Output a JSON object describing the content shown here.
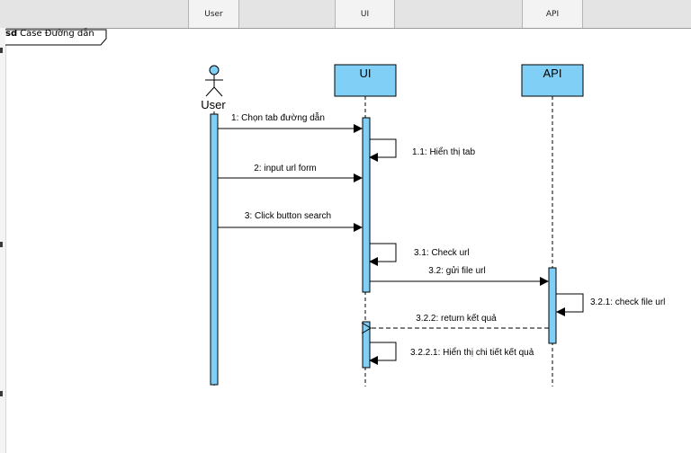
{
  "header_tabs": [
    {
      "label": "User"
    },
    {
      "label": "UI"
    },
    {
      "label": "API"
    }
  ],
  "frame": {
    "kind": "sd",
    "title": "Case Đường dẫn"
  },
  "lifelines": [
    {
      "id": "user",
      "label": "User",
      "shape": "actor"
    },
    {
      "id": "ui",
      "label": "UI",
      "shape": "box"
    },
    {
      "id": "api",
      "label": "API",
      "shape": "box"
    }
  ],
  "messages": [
    {
      "label": "1: Chọn tab đường dẫn",
      "from": "user",
      "to": "ui",
      "type": "sync"
    },
    {
      "label": "1.1: Hiển thị tab",
      "from": "ui",
      "to": "ui",
      "type": "self"
    },
    {
      "label": "2: input url form",
      "from": "user",
      "to": "ui",
      "type": "sync"
    },
    {
      "label": "3: Click button search",
      "from": "user",
      "to": "ui",
      "type": "sync"
    },
    {
      "label": "3.1: Check url",
      "from": "ui",
      "to": "ui",
      "type": "self"
    },
    {
      "label": "3.2: gửi file url",
      "from": "ui",
      "to": "api",
      "type": "sync"
    },
    {
      "label": "3.2.1: check file url",
      "from": "api",
      "to": "api",
      "type": "self"
    },
    {
      "label": "3.2.2: return kết quả",
      "from": "api",
      "to": "ui",
      "type": "return"
    },
    {
      "label": "3.2.2.1: Hiển thị chi tiết kết quả",
      "from": "ui",
      "to": "ui",
      "type": "self"
    }
  ],
  "colors": {
    "box_fill": "#80cff7",
    "activation_fill": "#80cff7",
    "line": "#000000"
  }
}
